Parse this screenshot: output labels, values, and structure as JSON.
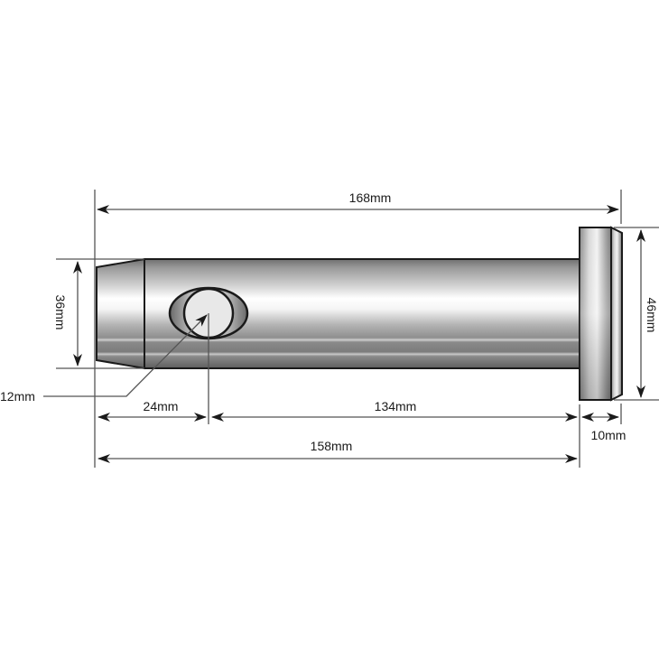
{
  "diagram": {
    "subject": "clevis pin with head and cross hole",
    "colors": {
      "line": "#1a1a1a",
      "dim_line": "#555555",
      "background": "#ffffff"
    },
    "dimensions": {
      "overall_length": "168mm",
      "shaft_diameter": "36mm",
      "head_diameter": "46mm",
      "hole_diameter": "12mm",
      "hole_offset": "24mm",
      "hole_to_head": "134mm",
      "usable_length": "158mm",
      "head_thickness": "10mm"
    }
  }
}
